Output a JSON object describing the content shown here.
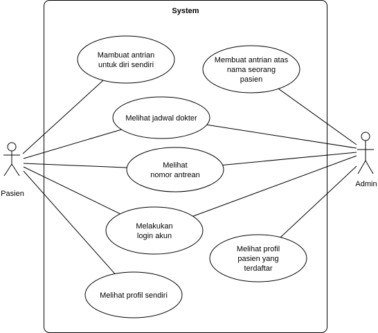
{
  "system": {
    "title": "System"
  },
  "actors": [
    {
      "id": "pasien",
      "label": "Pasien"
    },
    {
      "id": "admin",
      "label": "Admin"
    }
  ],
  "use_cases": [
    {
      "id": "uc1",
      "lines": [
        "Mambuat antrian",
        "untuk diri sendiri"
      ]
    },
    {
      "id": "uc2",
      "lines": [
        "Membuat antrian atas",
        "nama seorang",
        "pasien"
      ]
    },
    {
      "id": "uc3",
      "lines": [
        "Melihat jadwal dokter"
      ]
    },
    {
      "id": "uc4",
      "lines": [
        "Melihat",
        "nomor antrean"
      ]
    },
    {
      "id": "uc5",
      "lines": [
        "Melakukan",
        "login akun"
      ]
    },
    {
      "id": "uc6",
      "lines": [
        "Melihat profil",
        "pasien yang",
        "terdaftar"
      ]
    },
    {
      "id": "uc7",
      "lines": [
        "Melihat profil sendiri"
      ]
    }
  ],
  "associations": [
    {
      "actor": "pasien",
      "use_case": "uc1"
    },
    {
      "actor": "pasien",
      "use_case": "uc3"
    },
    {
      "actor": "pasien",
      "use_case": "uc4"
    },
    {
      "actor": "pasien",
      "use_case": "uc5"
    },
    {
      "actor": "pasien",
      "use_case": "uc7"
    },
    {
      "actor": "admin",
      "use_case": "uc2"
    },
    {
      "actor": "admin",
      "use_case": "uc3"
    },
    {
      "actor": "admin",
      "use_case": "uc4"
    },
    {
      "actor": "admin",
      "use_case": "uc5"
    },
    {
      "actor": "admin",
      "use_case": "uc6"
    }
  ],
  "colors": {
    "stroke": "#000000",
    "fill": "#ffffff",
    "background": "#ffffff"
  }
}
